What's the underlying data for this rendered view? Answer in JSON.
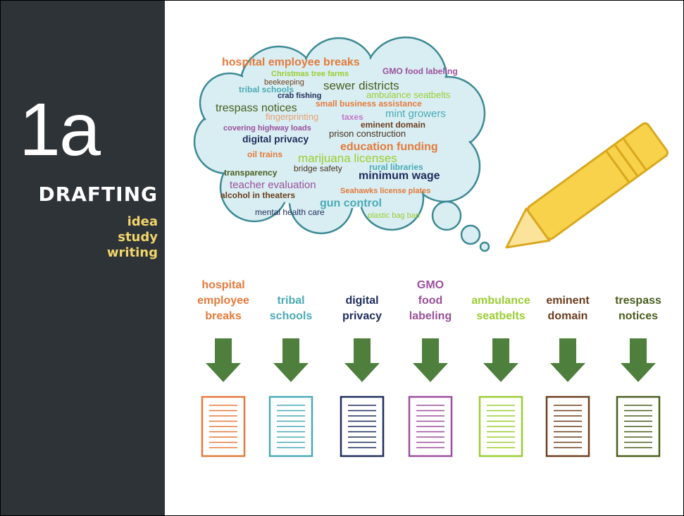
{
  "sidebar": {
    "number": "1a",
    "phase": "DRAFTING",
    "steps": [
      "idea",
      "study",
      "writing"
    ]
  },
  "cloud_words": [
    {
      "text": "hospital employee breaks",
      "color": "#e57a3c"
    },
    {
      "text": "Christmas tree farms",
      "color": "#9acd32"
    },
    {
      "text": "GMO food labeling",
      "color": "#9b4f9c"
    },
    {
      "text": "beekeeping",
      "color": "#6b3e1f"
    },
    {
      "text": "tribal schools",
      "color": "#4aaab5"
    },
    {
      "text": "sewer districts",
      "color": "#4a5e1f"
    },
    {
      "text": "crab fishing",
      "color": "#1f2d5c"
    },
    {
      "text": "ambulance seatbelts",
      "color": "#9acd32"
    },
    {
      "text": "trespass notices",
      "color": "#4a5e1f"
    },
    {
      "text": "small business assistance",
      "color": "#e57a3c"
    },
    {
      "text": "fingerprinting",
      "color": "#e8a070"
    },
    {
      "text": "taxes",
      "color": "#c278c8"
    },
    {
      "text": "mint growers",
      "color": "#4aaab5"
    },
    {
      "text": "eminent domain",
      "color": "#6b3e1f"
    },
    {
      "text": "covering highway loads",
      "color": "#9b4f9c"
    },
    {
      "text": "prison construction",
      "color": "#4a3320"
    },
    {
      "text": "digital privacy",
      "color": "#1f2d5c"
    },
    {
      "text": "education funding",
      "color": "#e57a3c"
    },
    {
      "text": "oil trains",
      "color": "#e57a3c"
    },
    {
      "text": "marijuana licenses",
      "color": "#9acd32"
    },
    {
      "text": "transparency",
      "color": "#4a5e1f"
    },
    {
      "text": "bridge safety",
      "color": "#4a3320"
    },
    {
      "text": "rural libraries",
      "color": "#4aaab5"
    },
    {
      "text": "minimum wage",
      "color": "#1f2d5c"
    },
    {
      "text": "teacher evaluation",
      "color": "#9b4f9c"
    },
    {
      "text": "Seahawks license plates",
      "color": "#e57a3c"
    },
    {
      "text": "alcohol in theaters",
      "color": "#6b3e1f"
    },
    {
      "text": "gun control",
      "color": "#4aaab5"
    },
    {
      "text": "mental health care",
      "color": "#1f2d5c"
    },
    {
      "text": "plastic bag ban",
      "color": "#9acd32"
    }
  ],
  "topics": [
    {
      "lines": [
        "hospital",
        "employee",
        "breaks"
      ],
      "color": "#e57a3c"
    },
    {
      "lines": [
        "tribal",
        "schools"
      ],
      "color": "#4aaab5"
    },
    {
      "lines": [
        "digital",
        "privacy"
      ],
      "color": "#1f2d5c"
    },
    {
      "lines": [
        "GMO",
        "food",
        "labeling"
      ],
      "color": "#9b4f9c"
    },
    {
      "lines": [
        "ambulance",
        "seatbelts"
      ],
      "color": "#9acd32"
    },
    {
      "lines": [
        "eminent",
        "domain"
      ],
      "color": "#6b3e1f"
    },
    {
      "lines": [
        "trespass",
        "notices"
      ],
      "color": "#4a5e1f"
    }
  ],
  "colors": {
    "sidebar": "#2e3338",
    "step_text": "#f2d56b",
    "arrow": "#4e7f3c",
    "cloud_fill": "#d8eef2",
    "cloud_stroke": "#3d8a94",
    "pencil_fill": "#f7d24a",
    "pencil_stroke": "#d9a81f"
  },
  "icons": [
    "thought-cloud-icon",
    "pencil-icon",
    "down-arrow-icon",
    "document-icon"
  ]
}
